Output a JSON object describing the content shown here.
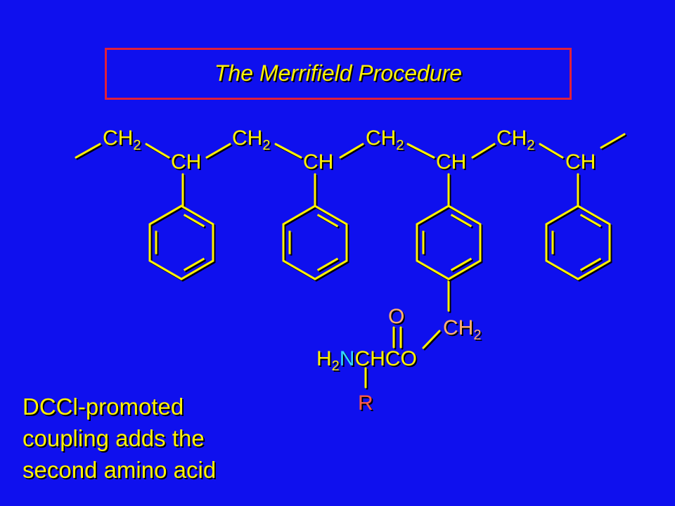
{
  "title": "The Merrifield Procedure",
  "caption": {
    "line1": "DCCl-promoted",
    "line2": "coupling adds the",
    "line3": "second amino acid"
  },
  "structure": {
    "ch2_base": "CH",
    "ch2_sub": "2",
    "ch_label": "CH",
    "oxygen": "O",
    "h2_base": "H",
    "h2_sub": "2",
    "nitrogen": "N",
    "chain_rest": "CHCO",
    "r_group": "R"
  },
  "colors": {
    "background": "#0f10ee",
    "text": "#fff200",
    "bonds": "#fff200",
    "title_border": "#e0203a",
    "nitrogen": "#33d6ff",
    "r_group": "#ff5a4a",
    "oxygen": "#ffb070",
    "linker_ch2": "#ffb070"
  }
}
